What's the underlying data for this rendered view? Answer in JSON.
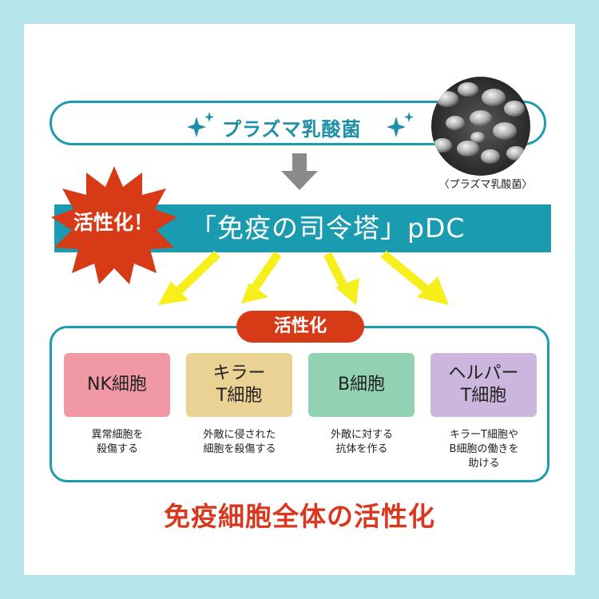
{
  "top": {
    "label": "プラズマ乳酸菌",
    "photo_caption": "〈プラズマ乳酸菌〉"
  },
  "band": {
    "badge": "活性化！",
    "text": "「免疫の司令塔」pDC"
  },
  "activation_label": "活性化",
  "cells": [
    {
      "name": "NK細胞",
      "desc": "異常細胞を\n殺傷する",
      "color": "#f198a5"
    },
    {
      "name": "キラー\nT細胞",
      "desc": "外敵に侵された\n細胞を殺傷する",
      "color": "#ead194"
    },
    {
      "name": "B細胞",
      "desc": "外敵に対する\n抗体を作る",
      "color": "#92d2b3"
    },
    {
      "name": "ヘルパー\nT細胞",
      "desc": "キラーT細胞や\nB細胞の働きを\n助ける",
      "color": "#cdb6dd"
    }
  ],
  "bottom_title": "免疫細胞全体の活性化",
  "colors": {
    "teal": "#1b9bb0",
    "red": "#d73a17",
    "arrow_yellow": "#f6ef1c",
    "arrow_gray": "#8a8a8a"
  }
}
